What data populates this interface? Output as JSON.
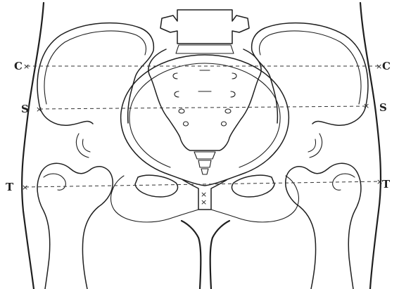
{
  "labels": {
    "c_left": "C",
    "c_right": "C",
    "s_left": "S",
    "s_right": "S",
    "t_left": "T",
    "t_right": "T"
  },
  "marks": {
    "cross": "×"
  },
  "colors": {
    "ink": "#1f1f1f",
    "background": "#ffffff"
  }
}
